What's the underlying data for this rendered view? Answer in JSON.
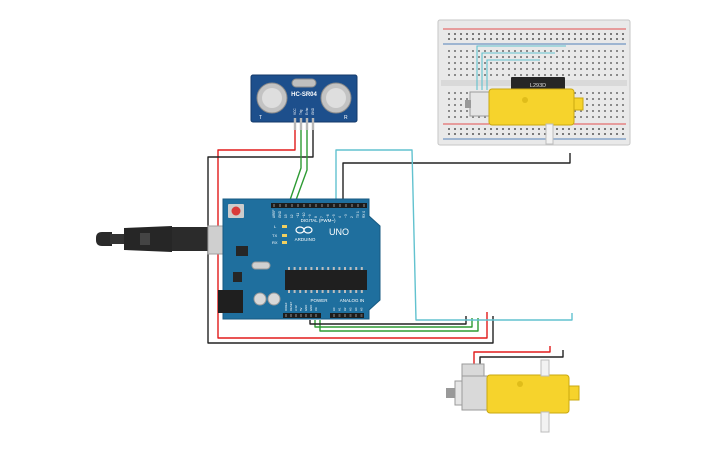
{
  "sensor": {
    "model": "HC-SR04",
    "left_mark": "T",
    "right_mark": "R",
    "pin_labels": [
      "VCC",
      "Trig",
      "Echo",
      "GND"
    ]
  },
  "arduino": {
    "brand": "ARDUINO",
    "model": "UNO",
    "digital_label": "DIGITAL (PWM~)",
    "power_label": "POWER",
    "analog_label": "ANALOG IN",
    "led_labels": [
      "L",
      "TX",
      "RX"
    ],
    "digital_pins": [
      "AREF",
      "GND",
      "13",
      "12",
      "~11",
      "~10",
      "~9",
      "8",
      "7",
      "~6",
      "~5",
      "4",
      "~3",
      "2",
      "TX 1",
      "RX 0"
    ],
    "power_pins": [
      "IOREF",
      "RESET",
      "3.3V",
      "5V",
      "GND",
      "GND",
      "Vin"
    ],
    "analog_pins": [
      "A0",
      "A1",
      "A2",
      "A3",
      "A4",
      "A5"
    ]
  },
  "driver": {
    "label": "L293D"
  },
  "colors": {
    "wire_red": "#e21b1b",
    "wire_black": "#222222",
    "wire_green": "#2e9b34",
    "wire_cyan": "#62c2cf",
    "board_blue": "#1f6f9e",
    "motor_yellow": "#f6d32c",
    "sensor_blue": "#1d4f8c"
  }
}
